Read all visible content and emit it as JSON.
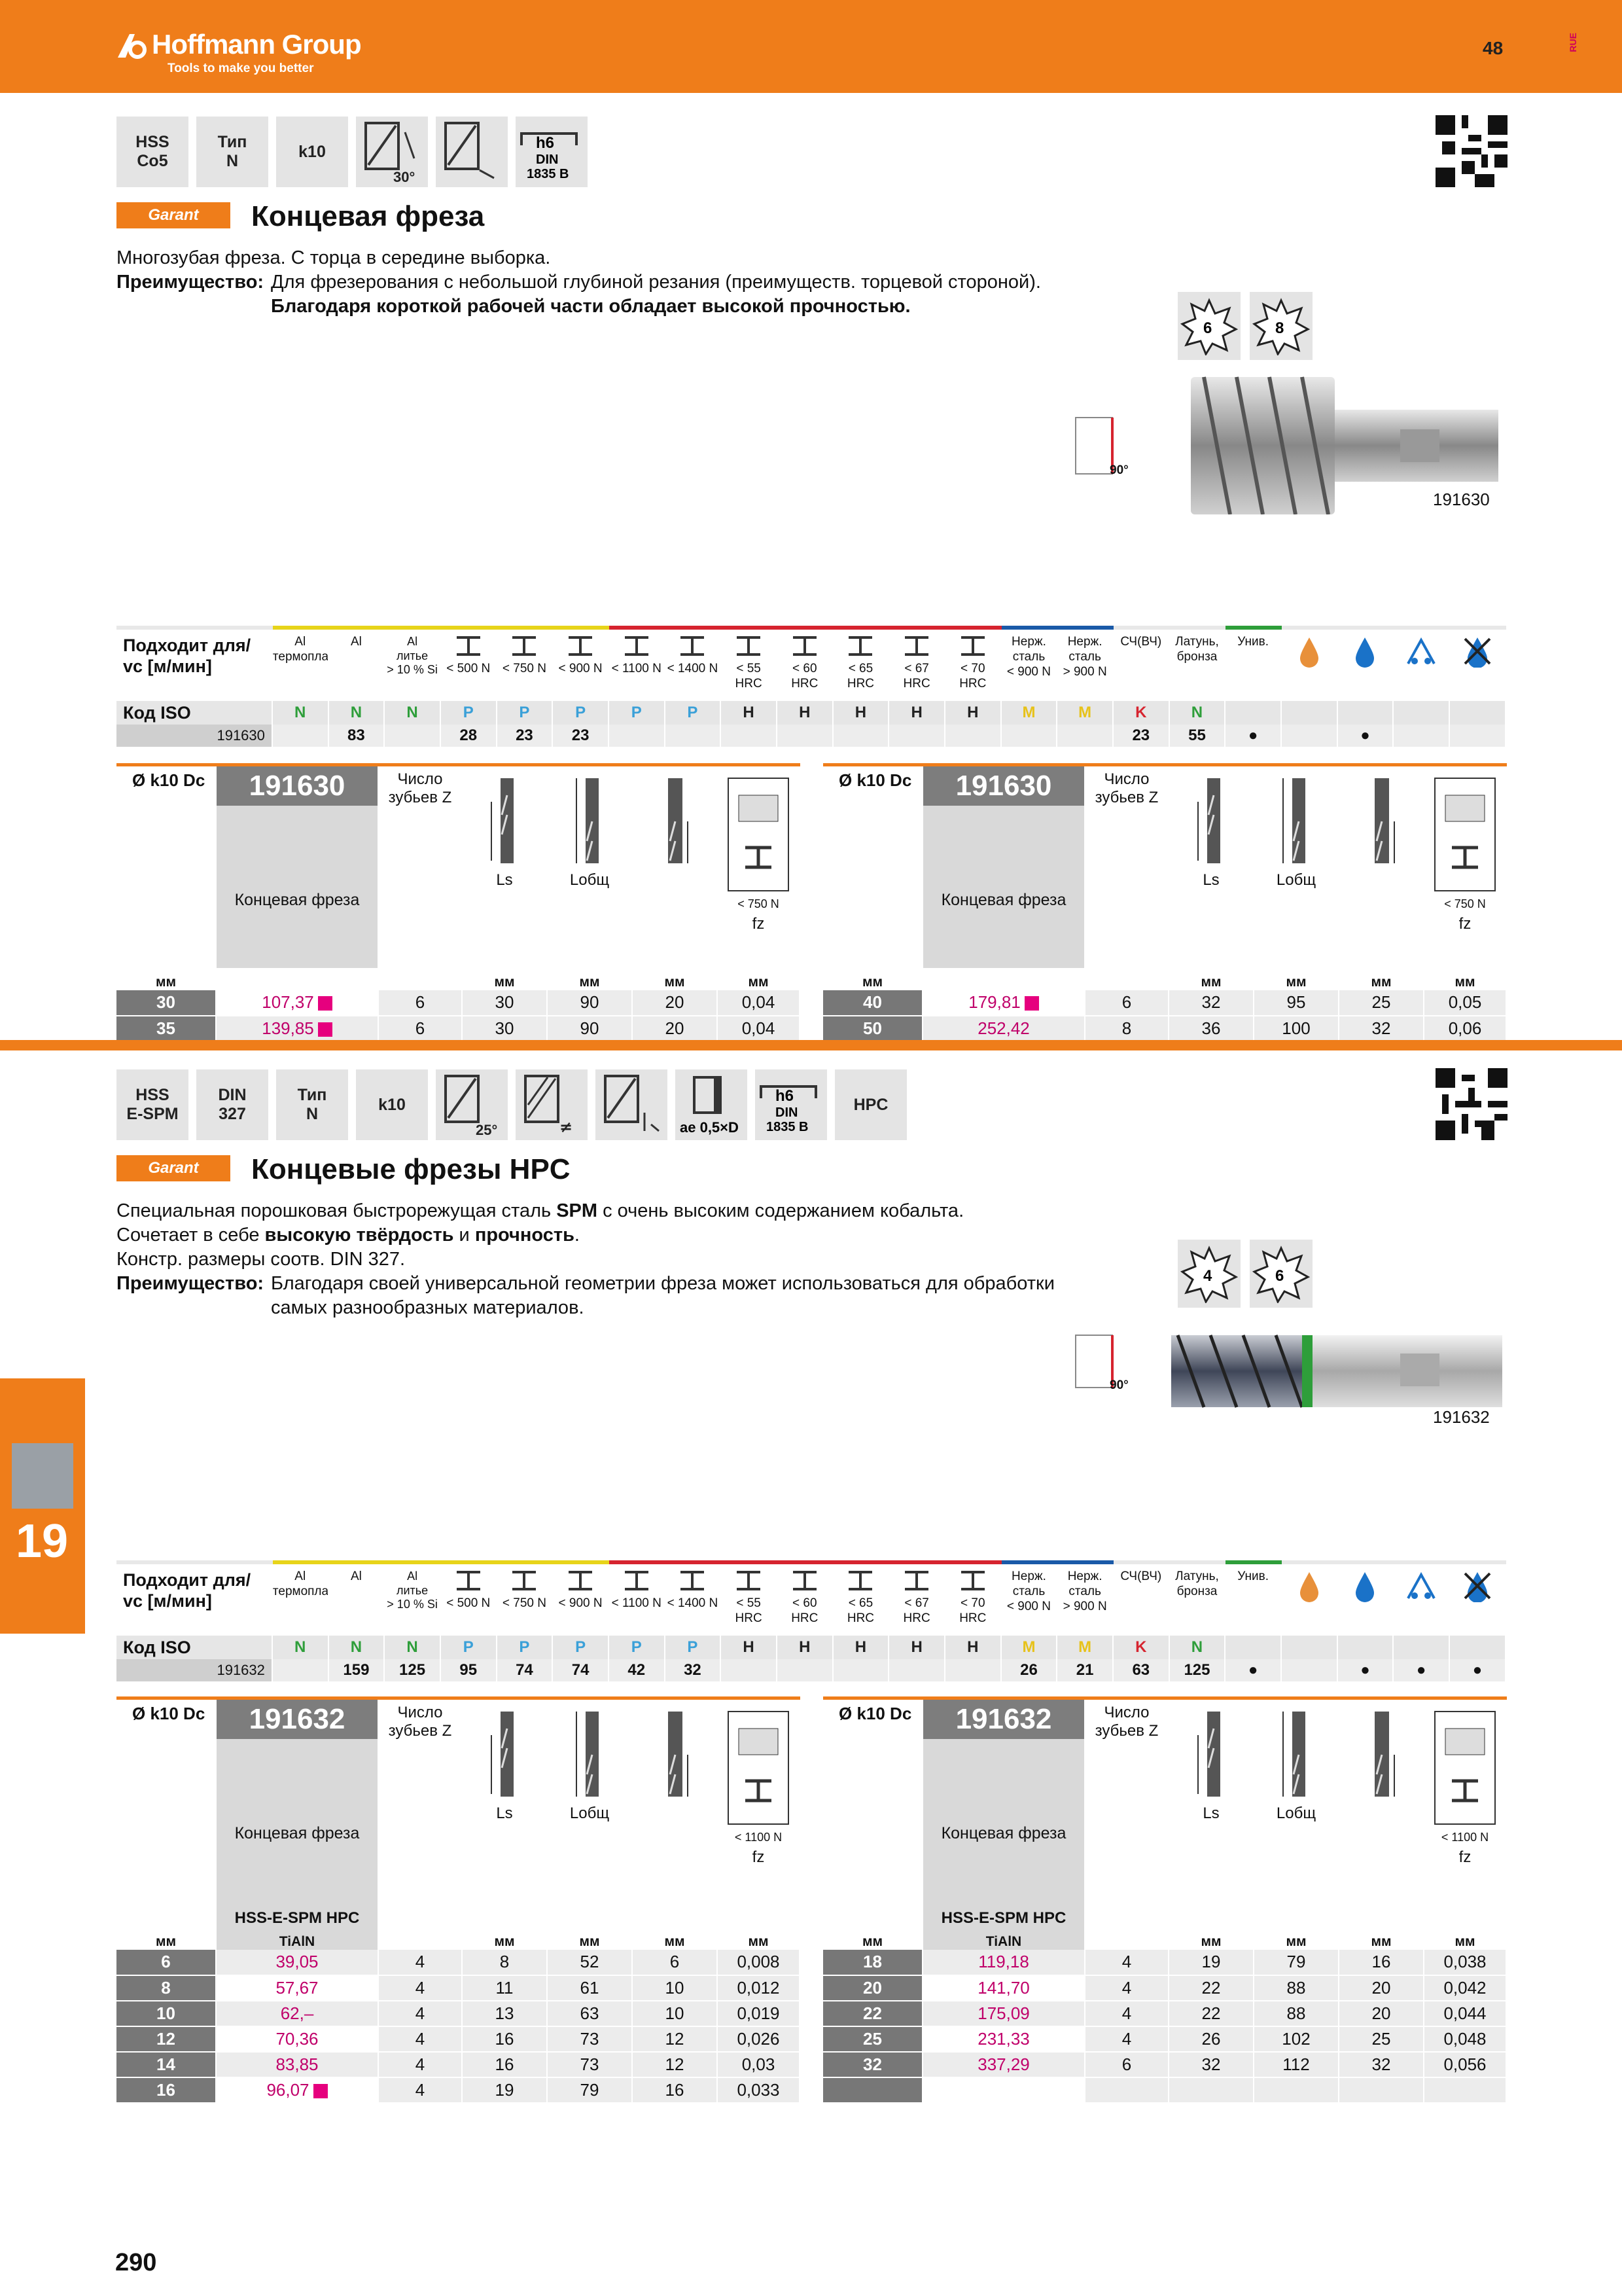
{
  "header": {
    "brand": "Hoffmann Group",
    "brand_tag": "Tools to make you better",
    "page_top": "48",
    "region": "RUE",
    "page_bottom": "290",
    "chapter": "19",
    "colors": {
      "accent": "#ef7d1a",
      "price": "#c0006a"
    }
  },
  "s1": {
    "badges": [
      "HSS\nCo5",
      "Тип\nN",
      "k10",
      "30°",
      "",
      "h6 DIN 1835 B"
    ],
    "garant": "Garant",
    "title": "Концевая фреза",
    "desc1": "Многозубая фреза. С торца в середине выборка.",
    "adv_label": "Преимущество:",
    "adv1": "Для фрезерования с небольшой глубиной резания (преимуществ. торцевой стороной).",
    "adv2": "Благодаря короткой рабочей части обладает высокой прочностью.",
    "teeth": [
      "6",
      "8"
    ],
    "angle": "90°",
    "code": "191630",
    "mat": {
      "head": "Подходит для/\nvc [м/мин]",
      "iso_label": "Код ISO",
      "row_label": "191630",
      "cols": [
        "Al\nтермопласты",
        "Al",
        "Al\nлитье\n> 10 % Si",
        "< 500 N",
        "< 750 N",
        "< 900 N",
        "< 1100 N",
        "< 1400 N",
        "< 55 HRC",
        "< 60 HRC",
        "< 65 HRC",
        "< 67 HRC",
        "< 70 HRC",
        "Нерж.\nсталь\n< 900 N",
        "Нерж.\nсталь\n> 900 N",
        "СЧ(ВЧ)",
        "Латунь,\nбронза",
        "Унив.",
        "",
        "",
        "",
        ""
      ],
      "iso": [
        "N",
        "N",
        "N",
        "P",
        "P",
        "P",
        "P",
        "P",
        "H",
        "H",
        "H",
        "H",
        "H",
        "M",
        "M",
        "K",
        "N",
        "",
        "",
        "",
        "",
        ""
      ],
      "vals": [
        "",
        "83",
        "",
        "28",
        "23",
        "23",
        "",
        "",
        "",
        "",
        "",
        "",
        "",
        "",
        "",
        "23",
        "55",
        "●",
        "",
        "●",
        "",
        ""
      ]
    },
    "t1": {
      "dia": "Ø k10 Dc",
      "art": "191630",
      "name": "Концевая фреза",
      "teeth_h": "Число\nзубьев Z",
      "ls": "Ls",
      "lt": "Lобщ",
      "fz_lab": "< 750 N",
      "fz": "fz",
      "unit": "мм",
      "rows": [
        [
          "30",
          "107,37",
          "6",
          "30",
          "90",
          "20",
          "0,04"
        ],
        [
          "35",
          "139,85",
          "6",
          "30",
          "90",
          "20",
          "0,04"
        ]
      ]
    },
    "t2": {
      "dia": "Ø k10 Dc",
      "art": "191630",
      "name": "Концевая фреза",
      "teeth_h": "Число\nзубьев Z",
      "ls": "Ls",
      "lt": "Lобщ",
      "fz_lab": "< 750 N",
      "fz": "fz",
      "unit": "мм",
      "rows": [
        [
          "40",
          "179,81",
          "6",
          "32",
          "95",
          "25",
          "0,05"
        ],
        [
          "50",
          "252,42",
          "8",
          "36",
          "100",
          "32",
          "0,06"
        ]
      ]
    }
  },
  "s2": {
    "badges": [
      "HSS\nE-SPM",
      "DIN\n327",
      "Тип\nN",
      "k10",
      "25°",
      "≠",
      "",
      "ae 0,5×D",
      "h6 DIN 1835 B",
      "HPC"
    ],
    "garant": "Garant",
    "title": "Концевые фрезы HPC",
    "desc1a": "Специальная порошковая быстрорежущая сталь ",
    "desc1b": "SPM",
    "desc1c": " с очень высоким содержанием кобальта.",
    "desc2a": "Сочетает в себе ",
    "desc2b": "высокую твёрдость",
    "desc2c": " и ",
    "desc2d": "прочность",
    "desc3": "Констр. размеры соотв. DIN 327.",
    "adv_label": "Преимущество:",
    "adv1": "Благодаря своей универсальной геометрии фреза может использоваться для обработки",
    "adv2": "самых разнообразных материалов.",
    "teeth": [
      "4",
      "6"
    ],
    "angle": "90°",
    "code": "191632",
    "mat": {
      "head": "Подходит для/\nvc [м/мин]",
      "iso_label": "Код ISO",
      "row_label": "191632",
      "cols": [
        "Al\nтермопласты",
        "Al",
        "Al\nлитье\n> 10 % Si",
        "< 500 N",
        "< 750 N",
        "< 900 N",
        "< 1100 N",
        "< 1400 N",
        "< 55 HRC",
        "< 60 HRC",
        "< 65 HRC",
        "< 67 HRC",
        "< 70 HRC",
        "Нерж.\nсталь\n< 900 N",
        "Нерж.\nсталь\n> 900 N",
        "СЧ(ВЧ)",
        "Латунь,\nбронза",
        "Унив.",
        "",
        "",
        "",
        ""
      ],
      "iso": [
        "N",
        "N",
        "N",
        "P",
        "P",
        "P",
        "P",
        "P",
        "H",
        "H",
        "H",
        "H",
        "H",
        "M",
        "M",
        "K",
        "N",
        "",
        "",
        "",
        "",
        ""
      ],
      "vals": [
        "",
        "159",
        "125",
        "95",
        "74",
        "74",
        "42",
        "32",
        "",
        "",
        "",
        "",
        "",
        "26",
        "21",
        "63",
        "125",
        "●",
        "",
        "●",
        "●",
        "●"
      ]
    },
    "t1": {
      "dia": "Ø k10 Dc",
      "art": "191632",
      "name": "Концевая фреза",
      "teeth_h": "Число\nзубьев Z",
      "ls": "Ls",
      "lt": "Lобщ",
      "fz_lab": "< 1100 N",
      "fz": "fz",
      "unit": "мм",
      "mat1": "HSS-E-SPM HPC",
      "mat2": "TiAlN",
      "rows": [
        [
          "6",
          "39,05",
          "4",
          "8",
          "52",
          "6",
          "0,008"
        ],
        [
          "8",
          "57,67",
          "4",
          "11",
          "61",
          "10",
          "0,012"
        ],
        [
          "10",
          "62,–",
          "4",
          "13",
          "63",
          "10",
          "0,019"
        ],
        [
          "12",
          "70,36",
          "4",
          "16",
          "73",
          "12",
          "0,026"
        ],
        [
          "14",
          "83,85",
          "4",
          "16",
          "73",
          "12",
          "0,03"
        ],
        [
          "16",
          "96,07",
          "4",
          "19",
          "79",
          "16",
          "0,033"
        ]
      ]
    },
    "t2": {
      "dia": "Ø k10 Dc",
      "art": "191632",
      "name": "Концевая фреза",
      "teeth_h": "Число\nзубьев Z",
      "ls": "Ls",
      "lt": "Lобщ",
      "fz_lab": "< 1100 N",
      "fz": "fz",
      "unit": "мм",
      "mat1": "HSS-E-SPM HPC",
      "mat2": "TiAlN",
      "rows": [
        [
          "18",
          "119,18",
          "4",
          "19",
          "79",
          "16",
          "0,038"
        ],
        [
          "20",
          "141,70",
          "4",
          "22",
          "88",
          "20",
          "0,042"
        ],
        [
          "22",
          "175,09",
          "4",
          "22",
          "88",
          "20",
          "0,044"
        ],
        [
          "25",
          "231,33",
          "4",
          "26",
          "102",
          "25",
          "0,048"
        ],
        [
          "32",
          "337,29",
          "6",
          "32",
          "112",
          "32",
          "0,056"
        ],
        [
          "",
          "",
          "",
          "",
          "",
          "",
          ""
        ]
      ]
    }
  }
}
